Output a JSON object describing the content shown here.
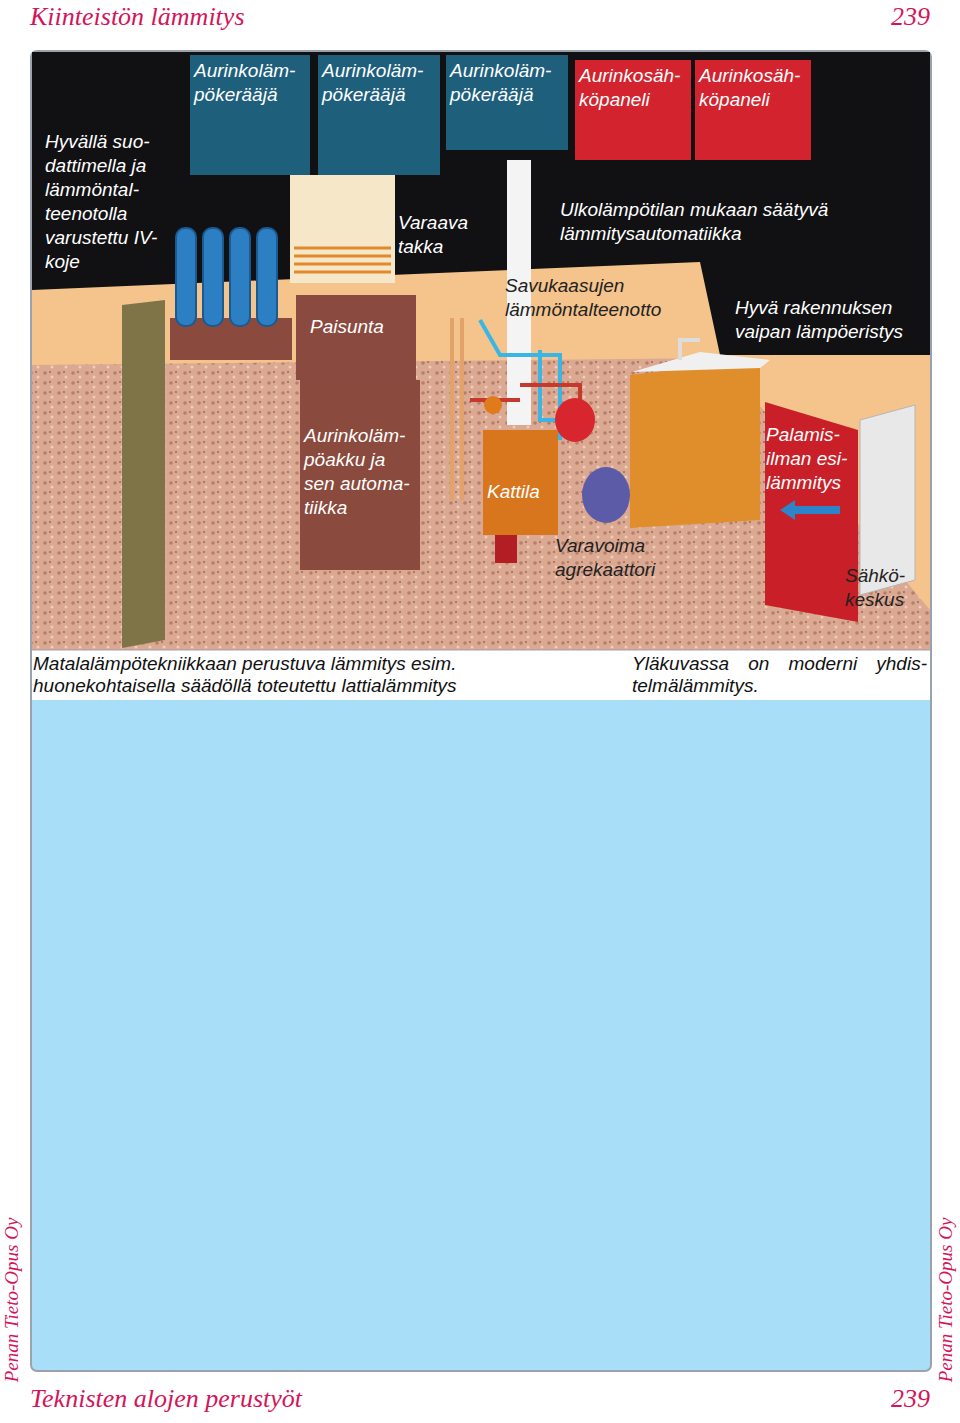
{
  "diagram": {
    "title": "Kiinteistön lämmitys",
    "caption": "Yläkuvassa on moderni yhdis- telmälämmitys.",
    "nodes": [
      {
        "text": [
          "Aurinkoläm- pökerääjä"
        ]
      },
      {
        "text": [
          "Aurinkoläm- pökerääjä"
        ]
      },
      {
        "text": [
          "Aurinkoläm- pökerääjä"
        ]
      },
      {
        "text": [
          "Aurinkosäh- köpaneli"
        ]
      },
      {
        "text": [
          "Aurinkosäh- köpaneli"
        ]
      },
      {
        "text": [
          "Paisunta"
        ]
      },
      {
        "text": [
          "Aurinkoläm- pöakku ja sen automa- tiikka"
        ]
      },
      {
        "text": [
          "Kattila"
        ]
      }
    ],
    "labels": [
      "239",
      "Hyvällä suo- dattimella ja lämmöntal- teenotolla varustettu IV-koje",
      "Varaava takka",
      "Ulkolämpötilan mukaan säätyvä lämmitysautomatiikka",
      "Savukaasujen lämmöntalteenotto",
      "Hyvä rakennuksen vaipan lämpöeristys",
      "Palamis- ilman esi- lämmitys",
      "Varavoima agrekaattori",
      "Sähkö- keskus",
      "Matalalämpötekniikkaan perustuva lämmitys esim. huonekohtaisella säädöllä toteutettu lattialämmitys",
      "Penan Tieto-Opus Oy",
      "Penan Tieto-Opus Oy",
      "Teknisten alojen perustyöt",
      "239"
    ]
  }
}
